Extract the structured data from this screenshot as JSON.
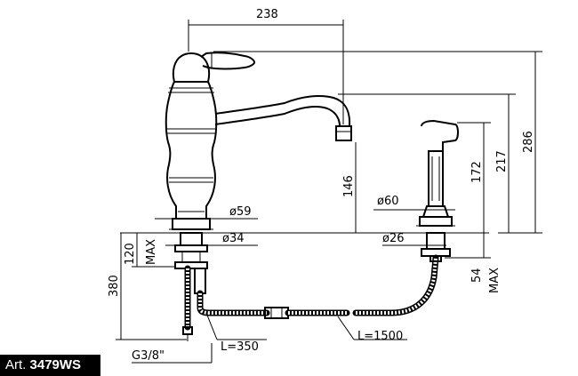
{
  "article": {
    "prefix": "Art.",
    "code": "3479WS"
  },
  "dimensions": {
    "spout_reach": "238",
    "total_height": "286",
    "spout_height": "217",
    "spout_clearance": "146",
    "body_diameter": "ø59",
    "shank_diameter": "ø34",
    "deck_max": "120",
    "deck_max_label": "MAX",
    "shank_length": "380",
    "inlet_thread": "G3/8\"",
    "hose_length_tap": "L=350",
    "spray_height": "172",
    "spray_base_diameter": "ø60",
    "spray_shank_diameter": "ø26",
    "spray_deck_max": "54",
    "spray_deck_max_label": "MAX",
    "hose_length_spray": "L=1500"
  }
}
